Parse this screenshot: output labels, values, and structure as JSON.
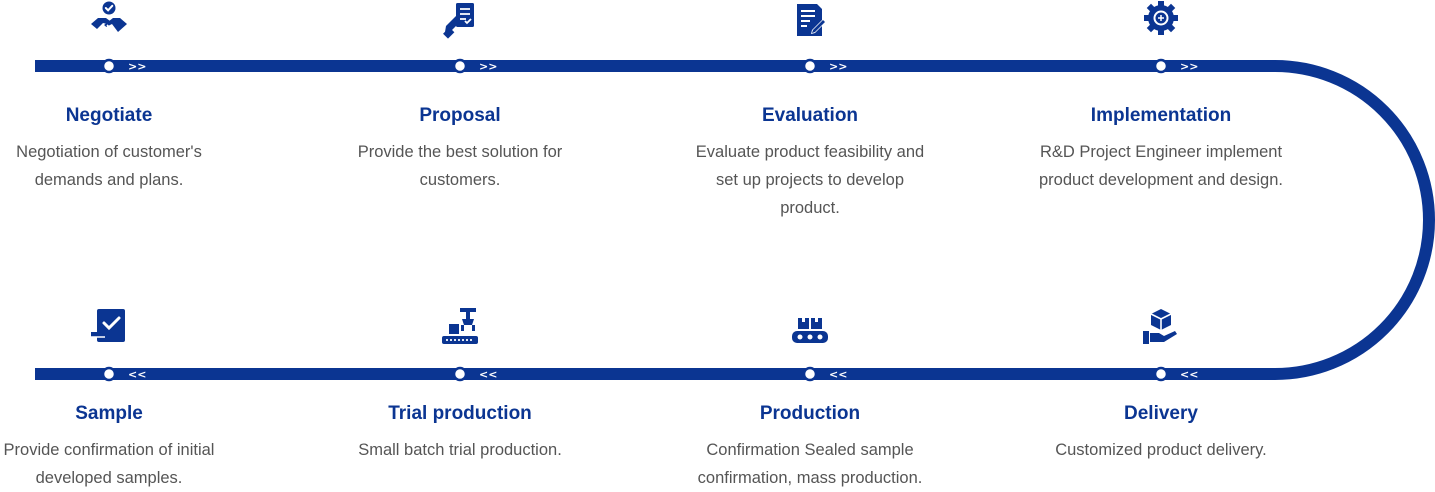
{
  "accent_color": "#0b3592",
  "text_color": "#555555",
  "steps": [
    {
      "title": "Negotiate",
      "description": "Negotiation of customer's demands and plans.",
      "icon": "handshake-icon",
      "row": "top",
      "arrow": ">>"
    },
    {
      "title": "Proposal",
      "description": "Provide the best solution for customers.",
      "icon": "contract-sign-icon",
      "row": "top",
      "arrow": ">>"
    },
    {
      "title": "Evaluation",
      "description": "Evaluate product feasibility and set up projects to develop product.",
      "icon": "document-edit-icon",
      "row": "top",
      "arrow": ">>"
    },
    {
      "title": "Implementation",
      "description": "R&D Project Engineer implement product development and design.",
      "icon": "gear-circuit-icon",
      "row": "top",
      "arrow": ">>"
    },
    {
      "title": "Delivery",
      "description": "Customized product delivery.",
      "icon": "hand-box-icon",
      "row": "bottom",
      "arrow": "<<"
    },
    {
      "title": "Production",
      "description": "Confirmation Sealed sample confirmation, mass production.",
      "icon": "conveyor-boxes-icon",
      "row": "bottom",
      "arrow": "<<"
    },
    {
      "title": "Trial production",
      "description": "Small batch trial production.",
      "icon": "robot-arm-icon",
      "row": "bottom",
      "arrow": "<<"
    },
    {
      "title": "Sample",
      "description": "Provide confirmation of initial developed samples.",
      "icon": "clipboard-check-icon",
      "row": "bottom",
      "arrow": "<<"
    }
  ]
}
